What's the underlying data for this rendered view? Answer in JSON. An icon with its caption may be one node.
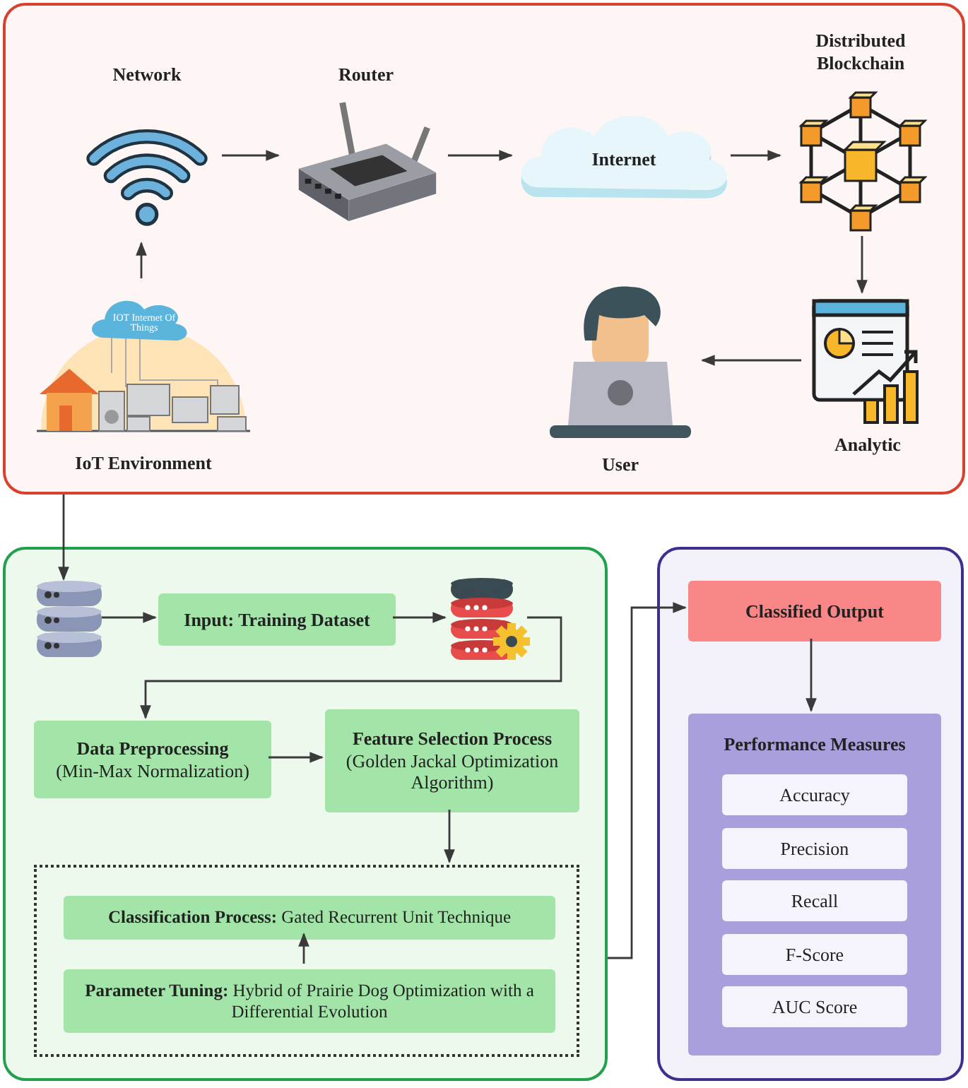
{
  "diagram": {
    "nodes": [
      {
        "text": [],
        "shape": "box"
      },
      {
        "text": [
          "Network"
        ],
        "in": 0
      },
      {
        "text": [
          "Router"
        ],
        "in": 0
      },
      {
        "text": [
          "Internet"
        ],
        "in": 0
      },
      {
        "text": [
          "Distributed Blockchain"
        ],
        "in": 0
      },
      {
        "text": [
          "IOT Internet Of Things",
          "IoT Environment"
        ],
        "in": 0
      },
      {
        "text": [
          "User"
        ],
        "in": 0
      },
      {
        "text": [
          "Analytic"
        ],
        "in": 0
      },
      {
        "text": [],
        "shape": "box"
      },
      {
        "text": [],
        "shape": "cylinder",
        "in": 8
      },
      {
        "text": [
          "Input: Training Dataset"
        ],
        "in": 8
      },
      {
        "text": [],
        "shape": "cylinder",
        "in": 8
      },
      {
        "text": [
          "Data Preprocessing",
          "(Min-Max Normalization)"
        ],
        "in": 8
      },
      {
        "text": [
          "Feature Selection Process",
          "(Golden Jackal Optimization Algorithm)"
        ],
        "in": 8
      },
      {
        "text": [],
        "shape": "box",
        "in": 8
      },
      {
        "text": [
          "**Classification Process:** Gated Recurrent Unit Technique"
        ],
        "in": 14
      },
      {
        "text": [
          "**Parameter Tuning:** Hybrid of Prairie Dog Optimization with a Differential Evolution"
        ],
        "in": 14
      },
      {
        "text": [],
        "shape": "box"
      },
      {
        "text": [
          "Classified Output"
        ],
        "in": 17
      },
      {
        "text": [
          "Performance Measures"
        ],
        "in": 17
      },
      {
        "text": [
          "Accuracy"
        ],
        "in": 19
      },
      {
        "text": [
          "Precision"
        ],
        "in": 19
      },
      {
        "text": [
          "Recall"
        ],
        "in": 19
      },
      {
        "text": [
          "F-Score"
        ],
        "in": 19
      },
      {
        "text": [
          "AUC Score"
        ],
        "in": 19
      }
    ],
    "edges": [
      {
        "from": 5,
        "to": 1,
        "arrow": "to"
      },
      {
        "from": 1,
        "to": 2,
        "arrow": "to"
      },
      {
        "from": 2,
        "to": 3,
        "arrow": "to"
      },
      {
        "from": 3,
        "to": 4,
        "arrow": "to"
      },
      {
        "from": 4,
        "to": 7,
        "arrow": "to"
      },
      {
        "from": 7,
        "to": 6,
        "arrow": "to"
      },
      {
        "from": 0,
        "to": 9,
        "arrow": "to"
      },
      {
        "from": 9,
        "to": 10,
        "arrow": "to"
      },
      {
        "from": 10,
        "to": 11,
        "arrow": "to"
      },
      {
        "from": 11,
        "to": 12,
        "arrow": "to"
      },
      {
        "from": 12,
        "to": 13,
        "arrow": "to"
      },
      {
        "from": 13,
        "to": 14,
        "arrow": "to"
      },
      {
        "from": 16,
        "to": 15,
        "arrow": "to"
      },
      {
        "from": 8,
        "to": 18,
        "arrow": "to"
      },
      {
        "from": 18,
        "to": 19,
        "arrow": "to"
      }
    ]
  }
}
